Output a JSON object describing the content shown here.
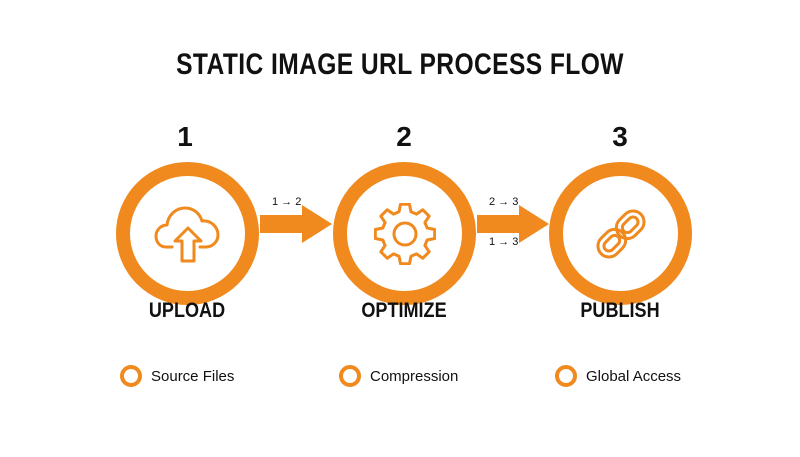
{
  "title": "STATIC IMAGE URL PROCESS FLOW",
  "colors": {
    "accent": "#f0891e",
    "text": "#111111",
    "background": "#ffffff"
  },
  "steps": [
    {
      "number": "1",
      "label": "UPLOAD",
      "icon": "cloud-upload-icon"
    },
    {
      "number": "2",
      "label": "OPTIMIZE",
      "icon": "gear-icon"
    },
    {
      "number": "3",
      "label": "PUBLISH",
      "icon": "link-chain-icon"
    }
  ],
  "arrows": [
    {
      "labels": [
        "1 → 2"
      ]
    },
    {
      "labels": [
        "2 → 3",
        "1 → 3"
      ]
    }
  ],
  "legend": [
    {
      "label": "Source Files"
    },
    {
      "label": "Compression"
    },
    {
      "label": "Global Access"
    }
  ]
}
